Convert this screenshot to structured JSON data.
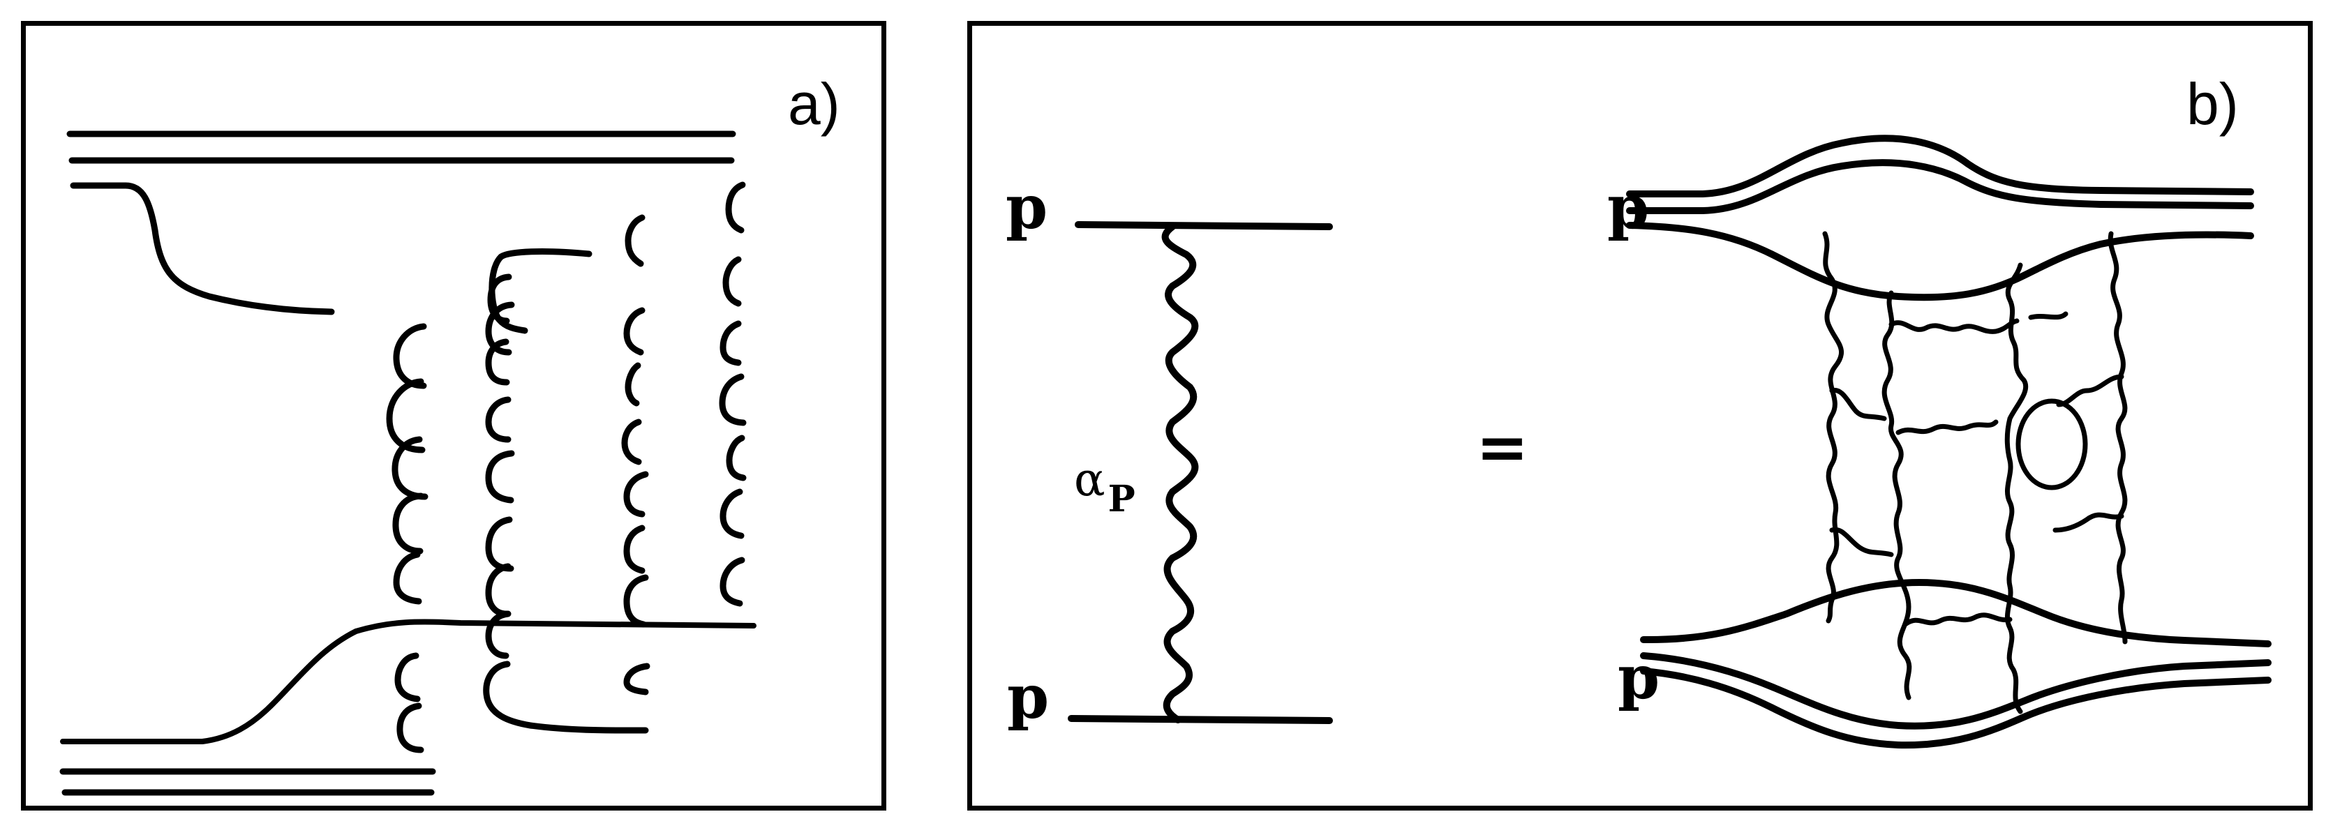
{
  "figure": {
    "panels": [
      {
        "id": "a",
        "label": "a)",
        "description": "Quark lines with parallel gluon ladder columns (string/cut diagram)"
      },
      {
        "id": "b",
        "label": "b)",
        "left_diagram": {
          "top_particle": "p",
          "bottom_particle": "p",
          "exchange_label_main": "α",
          "exchange_label_sub": "P",
          "exchange_type": "wavy-line (Pomeron)"
        },
        "operator": "=",
        "right_diagram": {
          "top_particle": "p",
          "bottom_particle": "p",
          "description": "Multi-gluon ladder exchange network between two triple-line protons with a loop"
        }
      }
    ]
  },
  "colors": {
    "ink": "#000000",
    "background": "#ffffff"
  }
}
